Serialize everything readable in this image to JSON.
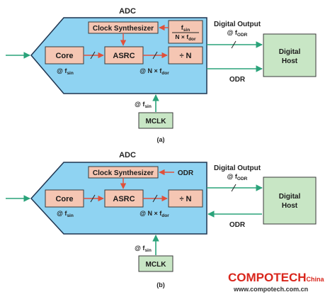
{
  "colors": {
    "adc_fill": "#8fd3f2",
    "adc_stroke": "#1f3550",
    "box_fill": "#f5c6b3",
    "box_stroke": "#3a3a3a",
    "host_fill": "#c8e6c5",
    "arrow_red": "#e0503a",
    "arrow_green": "#2aa37a",
    "text": "#222222",
    "watermark_red": "#d9261c"
  },
  "diagram_a": {
    "adc_label": "ADC",
    "clock_synth": "Clock Synthesizer",
    "divider_num": "f",
    "divider_num_sub": "sin",
    "divider_den": "N × f",
    "divider_den_sub": "dor",
    "core": "Core",
    "asrc": "ASRC",
    "div_n": "÷ N",
    "at_fsin": "@ f",
    "at_fsin_sub": "sin",
    "at_nfdor": "@ N × f",
    "at_nfdor_sub": "dor",
    "digital_output": "Digital Output",
    "at_fodr": "@ f",
    "at_fodr_sub": "ODR",
    "odr": "ODR",
    "digital_host_line1": "Digital",
    "digital_host_line2": "Host",
    "mclk_at": "@ f",
    "mclk_at_sub": "sin",
    "mclk": "MCLK",
    "caption": "(a)"
  },
  "diagram_b": {
    "adc_label": "ADC",
    "clock_synth": "Clock Synthesizer",
    "odr_in": "ODR",
    "core": "Core",
    "asrc": "ASRC",
    "div_n": "÷ N",
    "at_fsin": "@ f",
    "at_fsin_sub": "sin",
    "at_nfdor": "@ N × f",
    "at_nfdor_sub": "dor",
    "digital_output": "Digital Output",
    "at_fodr": "@ f",
    "at_fodr_sub": "ODR",
    "odr": "ODR",
    "digital_host_line1": "Digital",
    "digital_host_line2": "Host",
    "mclk_at": "@ f",
    "mclk_at_sub": "sin",
    "mclk": "MCLK",
    "caption": "(b)"
  },
  "watermark": {
    "brand": "COMPOTECH",
    "brand_suffix": "China",
    "url": "www.compotech.com.cn"
  }
}
